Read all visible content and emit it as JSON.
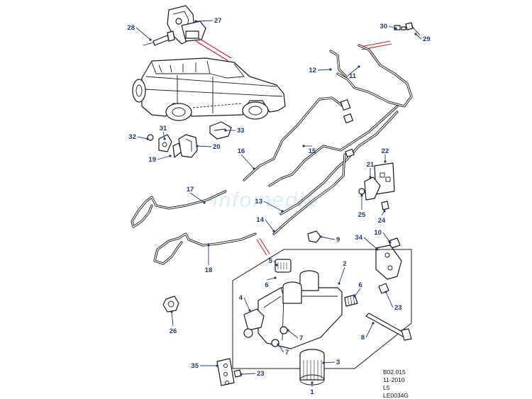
{
  "diagram": {
    "callouts": [
      {
        "num": "27"
      },
      {
        "num": "28"
      },
      {
        "num": "30"
      },
      {
        "num": "29"
      },
      {
        "num": "12"
      },
      {
        "num": "11"
      },
      {
        "num": "31"
      },
      {
        "num": "32"
      },
      {
        "num": "33"
      },
      {
        "num": "19"
      },
      {
        "num": "20"
      },
      {
        "num": "16"
      },
      {
        "num": "15"
      },
      {
        "num": "22"
      },
      {
        "num": "21"
      },
      {
        "num": "17"
      },
      {
        "num": "13"
      },
      {
        "num": "25"
      },
      {
        "num": "24"
      },
      {
        "num": "14"
      },
      {
        "num": "9"
      },
      {
        "num": "10"
      },
      {
        "num": "34"
      },
      {
        "num": "18"
      },
      {
        "num": "5"
      },
      {
        "num": "2"
      },
      {
        "num": "6"
      },
      {
        "num": "6"
      },
      {
        "num": "4"
      },
      {
        "num": "23"
      },
      {
        "num": "26"
      },
      {
        "num": "7"
      },
      {
        "num": "7"
      },
      {
        "num": "8"
      },
      {
        "num": "35"
      },
      {
        "num": "23"
      },
      {
        "num": "3"
      },
      {
        "num": "1"
      }
    ],
    "watermark": "infomedia",
    "reference": {
      "code1": "B02.015",
      "date": "11-2010",
      "code2": "L5",
      "code3": "LE0034G"
    }
  }
}
